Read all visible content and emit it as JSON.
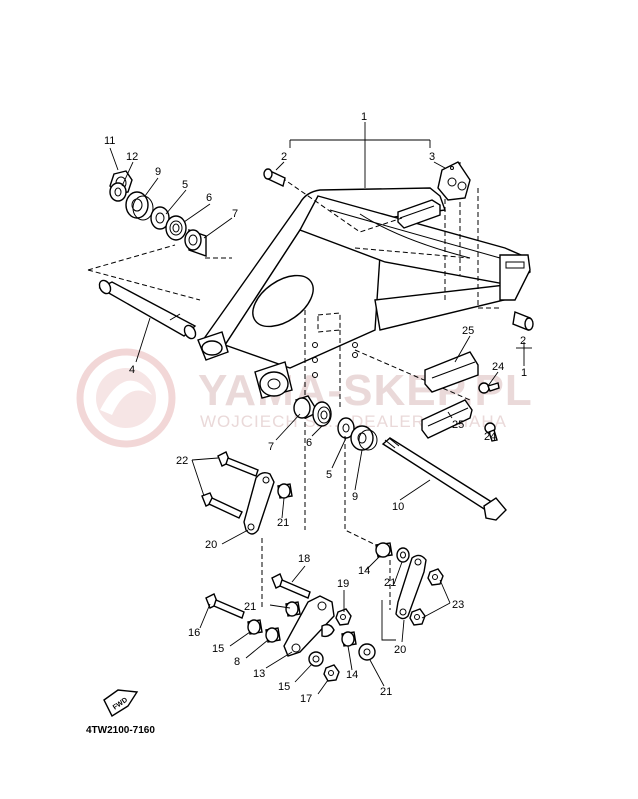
{
  "diagram": {
    "code": "4TW2100-7160",
    "watermark": {
      "brand": "YAMA-SKEP.PL",
      "tagline": "WOJCIECH SZ... DEALER YAMAHA"
    },
    "fwd_label": "FWD",
    "callouts": {
      "c1": "1",
      "c1b": "1",
      "c2": "2",
      "c2b": "2",
      "c3": "3",
      "c4": "4",
      "c5": "5",
      "c5b": "5",
      "c6": "6",
      "c6b": "6",
      "c7": "7",
      "c7b": "7",
      "c8": "8",
      "c9": "9",
      "c9b": "9",
      "c10": "10",
      "c11": "11",
      "c12": "12",
      "c13": "13",
      "c14": "14",
      "c14b": "14",
      "c15": "15",
      "c15b": "15",
      "c16": "16",
      "c17": "17",
      "c18": "18",
      "c19": "19",
      "c20": "20",
      "c20b": "20",
      "c21": "21",
      "c21b": "21",
      "c21c": "21",
      "c21d": "21",
      "c22": "22",
      "c23": "23",
      "c24": "24",
      "c24b": "24",
      "c25": "25",
      "c25b": "25"
    },
    "colors": {
      "line": "#000000",
      "watermark": "#e8c4c4"
    }
  }
}
